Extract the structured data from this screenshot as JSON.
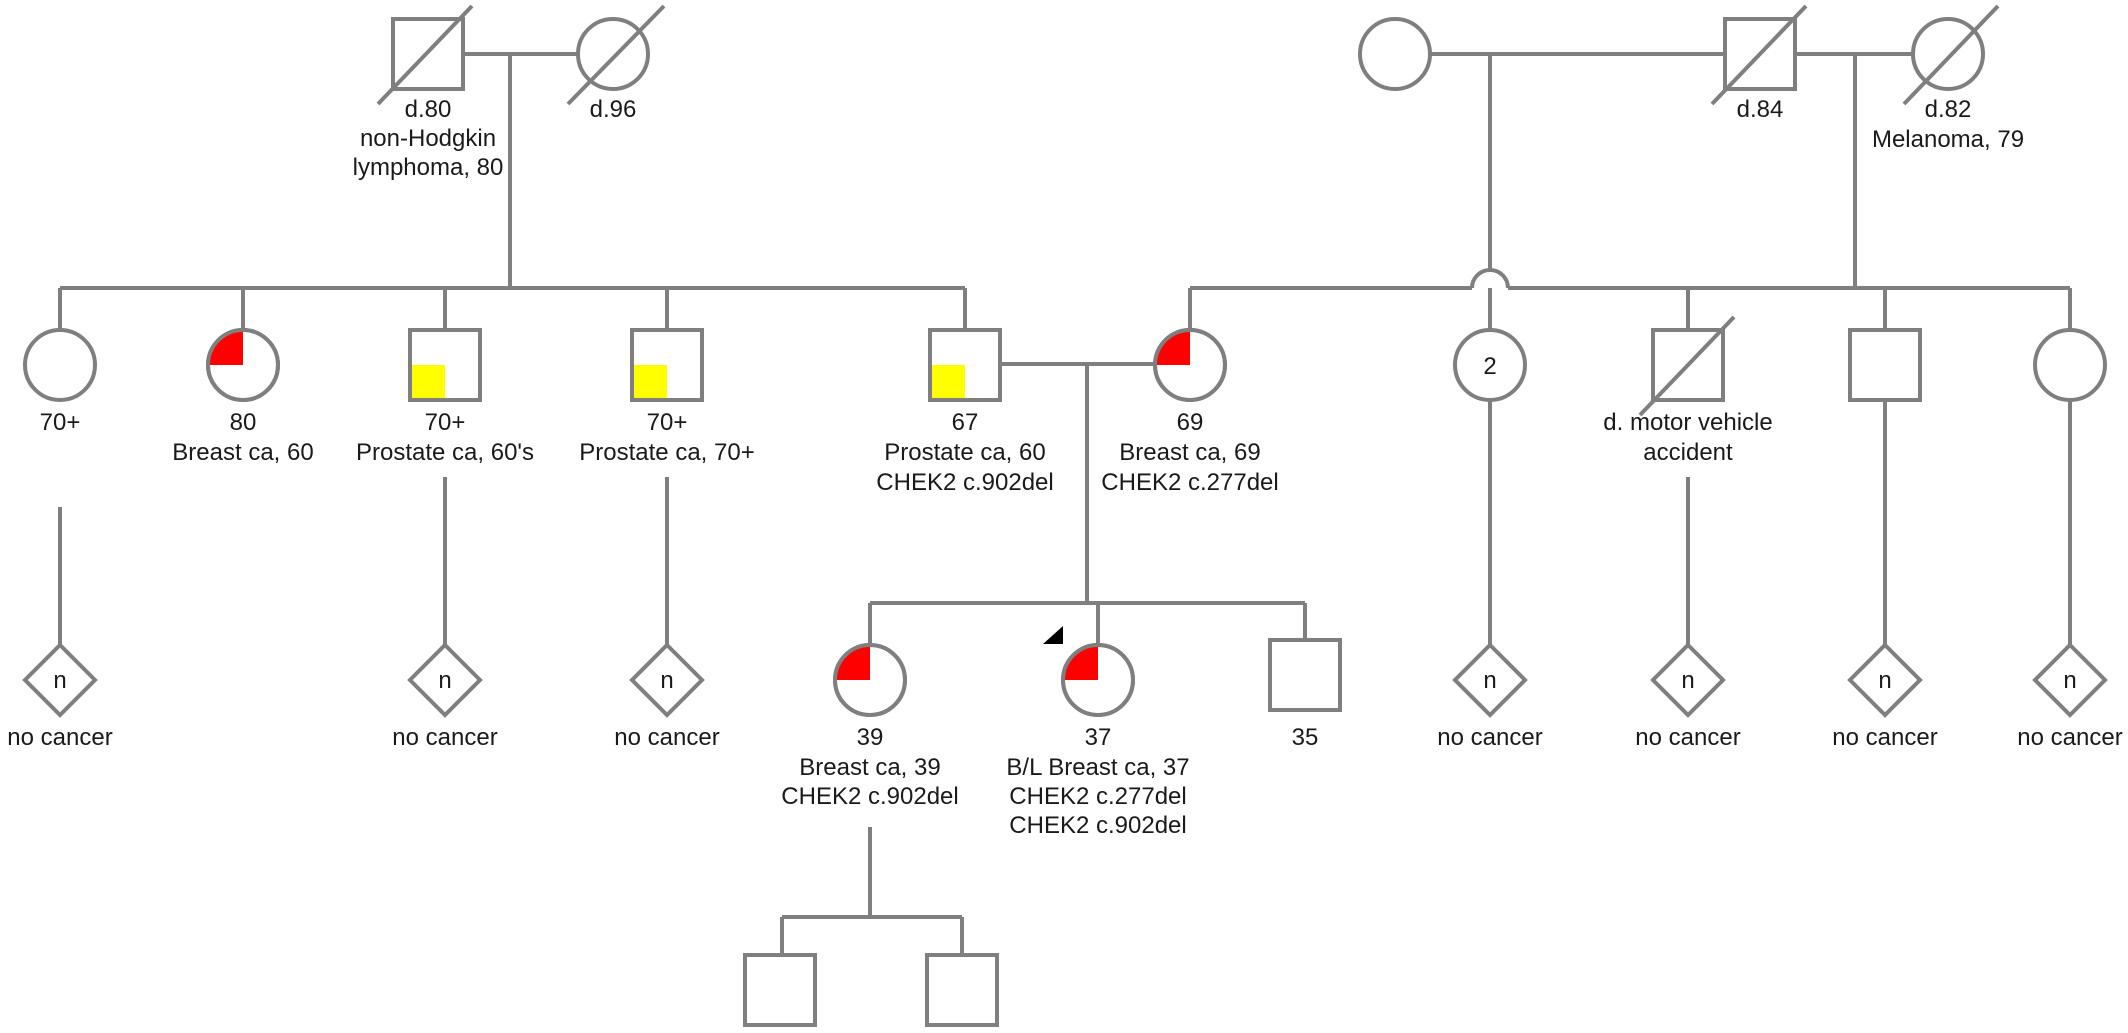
{
  "legend_colors": {
    "breast_cancer": "#ff0000",
    "prostate_cancer": "#ffff00"
  },
  "symbols": {
    "proband_arrow": "proband-arrow-icon",
    "deceased": "deceased-slash",
    "n_offspring": "diamond-n"
  },
  "individuals": {
    "pgf": {
      "lines": [
        "d.80",
        "non-Hodgkin",
        "lymphoma, 80"
      ]
    },
    "pgm": {
      "lines": [
        "d.96"
      ]
    },
    "mgm_first": {
      "lines": []
    },
    "mgf": {
      "lines": [
        "d.84"
      ]
    },
    "mgm": {
      "lines": [
        "d.82",
        "Melanoma, 79"
      ]
    },
    "aunt_p1": {
      "lines": [
        "70+"
      ]
    },
    "aunt_p2": {
      "lines": [
        "80",
        "Breast ca, 60"
      ]
    },
    "uncle_p1": {
      "lines": [
        "70+",
        "Prostate ca, 60's"
      ]
    },
    "uncle_p2": {
      "lines": [
        "70+",
        "Prostate ca, 70+"
      ]
    },
    "father": {
      "lines": [
        "67",
        "Prostate ca, 60",
        "CHEK2 c.902del"
      ]
    },
    "mother": {
      "lines": [
        "69",
        "Breast ca, 69",
        "CHEK2 c.277del"
      ]
    },
    "half_sibs": {
      "count": "2",
      "lines": []
    },
    "uncle_m1": {
      "lines": [
        "d. motor vehicle",
        "accident"
      ]
    },
    "uncle_m2": {
      "lines": []
    },
    "aunt_m1": {
      "lines": []
    },
    "sister": {
      "lines": [
        "39",
        "Breast ca, 39",
        "CHEK2 c.902del"
      ]
    },
    "proband": {
      "lines": [
        "37",
        "B/L Breast ca, 37",
        "CHEK2 c.277del",
        "CHEK2 c.902del"
      ]
    },
    "brother": {
      "lines": [
        "35"
      ]
    },
    "nephew1": {
      "lines": []
    },
    "nephew2": {
      "lines": []
    }
  },
  "offspring_groups": [
    {
      "id": "off_aunt_p1",
      "n": "n",
      "label": "no cancer"
    },
    {
      "id": "off_uncle_p1",
      "n": "n",
      "label": "no cancer"
    },
    {
      "id": "off_uncle_p2",
      "n": "n",
      "label": "no cancer"
    },
    {
      "id": "off_half_sibs",
      "n": "n",
      "label": "no cancer"
    },
    {
      "id": "off_uncle_m1",
      "n": "n",
      "label": "no cancer"
    },
    {
      "id": "off_uncle_m2",
      "n": "n",
      "label": "no cancer"
    },
    {
      "id": "off_aunt_m1",
      "n": "n",
      "label": "no cancer"
    }
  ]
}
